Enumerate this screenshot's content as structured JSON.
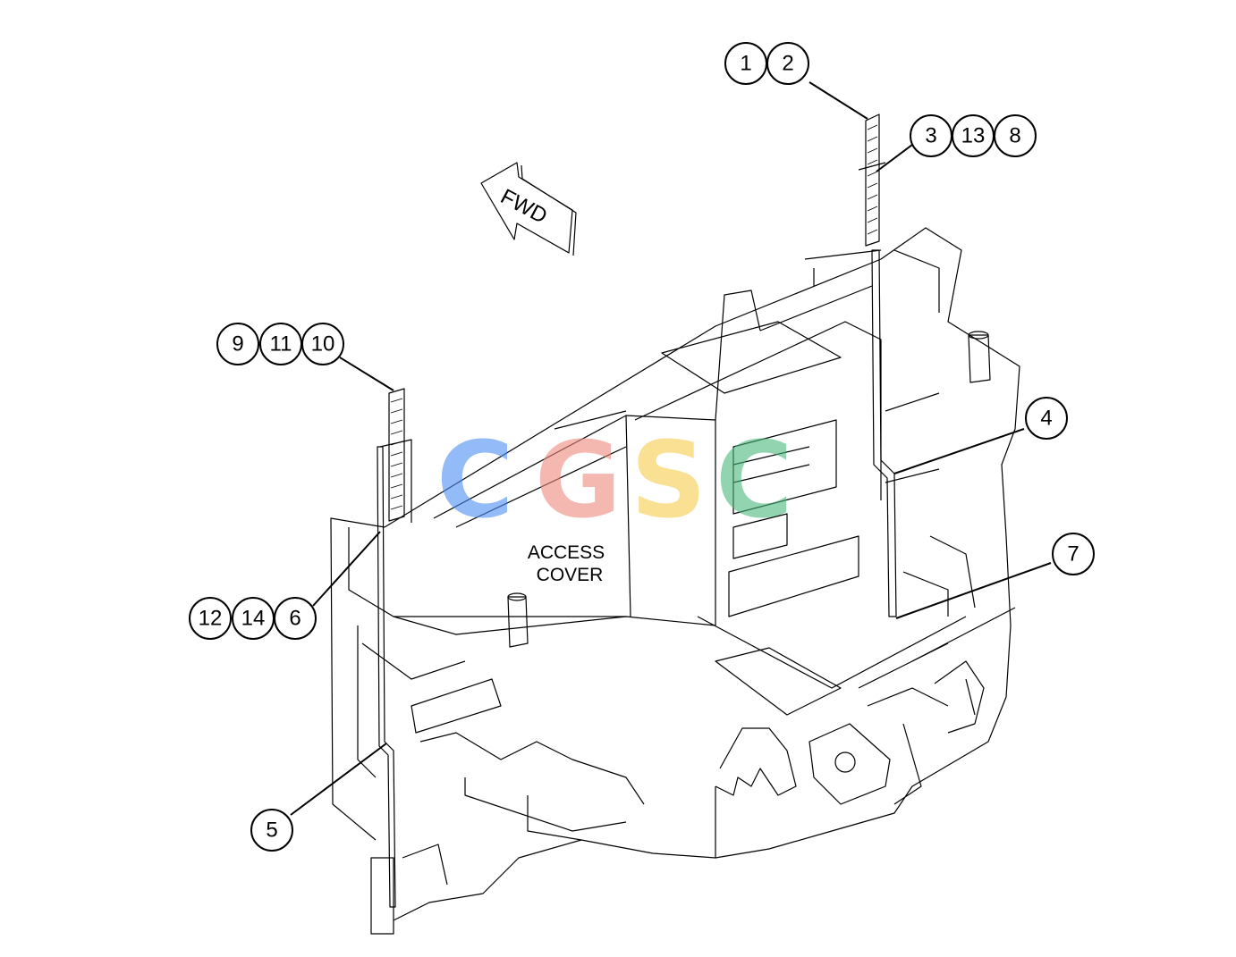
{
  "diagram": {
    "callouts": [
      {
        "id": "c1",
        "label": "1"
      },
      {
        "id": "c2",
        "label": "2"
      },
      {
        "id": "c3",
        "label": "3"
      },
      {
        "id": "c13",
        "label": "13"
      },
      {
        "id": "c8",
        "label": "8"
      },
      {
        "id": "c9",
        "label": "9"
      },
      {
        "id": "c11",
        "label": "11"
      },
      {
        "id": "c10",
        "label": "10"
      },
      {
        "id": "c4",
        "label": "4"
      },
      {
        "id": "c7",
        "label": "7"
      },
      {
        "id": "c12",
        "label": "12"
      },
      {
        "id": "c14",
        "label": "14"
      },
      {
        "id": "c6",
        "label": "6"
      },
      {
        "id": "c5",
        "label": "5"
      }
    ],
    "direction_arrow": {
      "label": "FWD"
    },
    "access_cover_label": {
      "line1": "ACCESS",
      "line2": "COVER"
    }
  },
  "watermark": {
    "letters": [
      "C",
      "G",
      "S",
      "C"
    ],
    "colors": [
      "#4a8ef2",
      "#f08a7e",
      "#f7cc4a",
      "#4cb87c"
    ]
  }
}
